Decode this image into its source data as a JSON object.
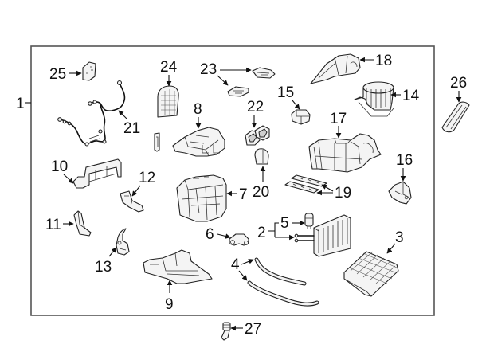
{
  "diagram": {
    "title": "HVAC case / blower assembly exploded parts diagram",
    "assembly_callout": "1",
    "callouts": [
      {
        "id": "1",
        "part": "hvac-case-assembly"
      },
      {
        "id": "2",
        "part": "evaporator-group"
      },
      {
        "id": "3",
        "part": "cabin-air-filter"
      },
      {
        "id": "4",
        "part": "heater-hoses"
      },
      {
        "id": "5",
        "part": "expansion-valve"
      },
      {
        "id": "6",
        "part": "heater-core-pipe-fitting"
      },
      {
        "id": "7",
        "part": "heater-case-housing"
      },
      {
        "id": "8",
        "part": "mode-door-housing"
      },
      {
        "id": "9",
        "part": "lower-case-cover"
      },
      {
        "id": "10",
        "part": "actuator-arm-duct"
      },
      {
        "id": "11",
        "part": "door-lever"
      },
      {
        "id": "12",
        "part": "bracket"
      },
      {
        "id": "13",
        "part": "mode-actuator"
      },
      {
        "id": "14",
        "part": "blower-motor"
      },
      {
        "id": "15",
        "part": "resistor"
      },
      {
        "id": "16",
        "part": "mount-bracket"
      },
      {
        "id": "17",
        "part": "blower-case"
      },
      {
        "id": "18",
        "part": "upper-duct-cover"
      },
      {
        "id": "19",
        "part": "seals"
      },
      {
        "id": "20",
        "part": "drain-cap"
      },
      {
        "id": "21",
        "part": "wiring-harness"
      },
      {
        "id": "22",
        "part": "grommets"
      },
      {
        "id": "23",
        "part": "seal-pads"
      },
      {
        "id": "24",
        "part": "vent-door"
      },
      {
        "id": "25",
        "part": "control-module"
      },
      {
        "id": "26",
        "part": "outside-filter-seal"
      },
      {
        "id": "27",
        "part": "drain-elbow"
      }
    ]
  },
  "labels": {
    "c1": "1",
    "c2": "2",
    "c3": "3",
    "c4": "4",
    "c5": "5",
    "c6": "6",
    "c7": "7",
    "c8": "8",
    "c9": "9",
    "c10": "10",
    "c11": "11",
    "c12": "12",
    "c13": "13",
    "c14": "14",
    "c15": "15",
    "c16": "16",
    "c17": "17",
    "c18": "18",
    "c19": "19",
    "c20": "20",
    "c21": "21",
    "c22": "22",
    "c23": "23",
    "c24": "24",
    "c25": "25",
    "c26": "26",
    "c27": "27"
  }
}
